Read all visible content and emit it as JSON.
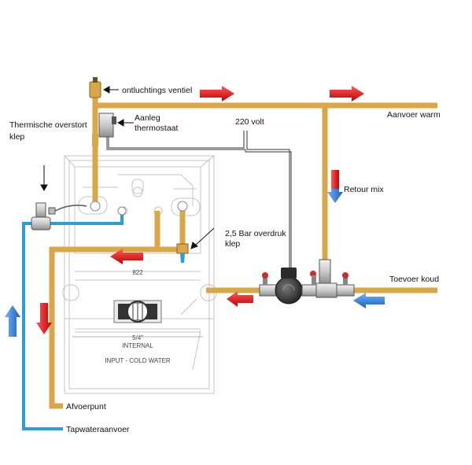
{
  "labels": {
    "vent_valve": "ontluchtings ventiel",
    "thermostat_line1": "Aanleg",
    "thermostat_line2": "thermostaat",
    "overflow_line1": "Thermische overstort",
    "overflow_line2": "klep",
    "voltage": "220 volt",
    "supply_hot": "Aanvoer warm",
    "return_mix": "Retour mix",
    "pressure_line1": "2,5 Bar overdruk",
    "pressure_line2": "klep",
    "supply_cold": "Toevoer koud",
    "drain_point": "Afvoerpunt",
    "tap_water_supply": "Tapwateraanvoer"
  },
  "boiler": {
    "model": "822",
    "size": "5/4\"",
    "internal": "INTERNAL",
    "input": "INPUT - COLD WATER"
  },
  "colors": {
    "hot_pipe": "#d9a648",
    "cold_pipe": "#2a9fd6",
    "hot_arrow": "#e41d1d",
    "cold_arrow": "#2f7fd8",
    "outline": "#bfbfbf",
    "valve_red": "#d12a2a"
  }
}
